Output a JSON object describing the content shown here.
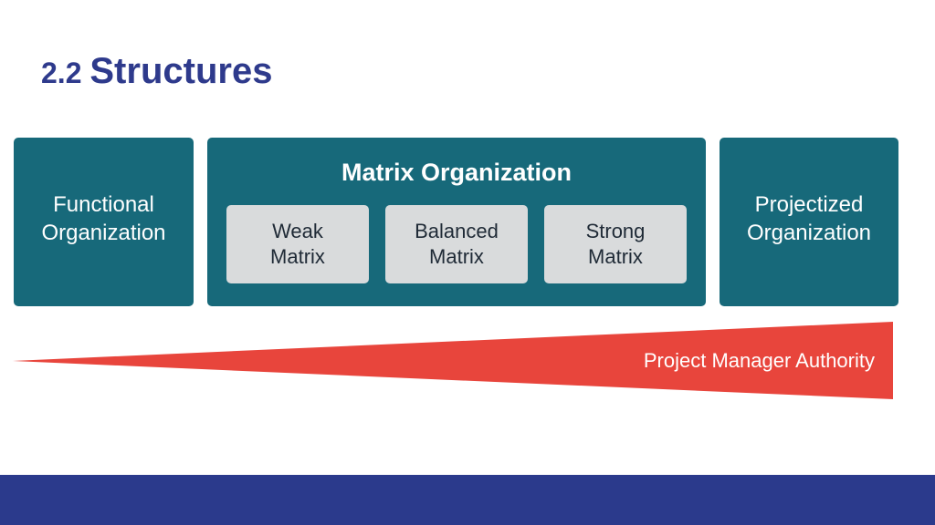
{
  "title": {
    "number": "2.2",
    "text": "Structures"
  },
  "functional": {
    "label": "Functional\nOrganization"
  },
  "matrix": {
    "title": "Matrix Organization",
    "items": [
      {
        "label": "Weak\nMatrix"
      },
      {
        "label": "Balanced\nMatrix"
      },
      {
        "label": "Strong\nMatrix"
      }
    ]
  },
  "projectized": {
    "label": "Projectized\nOrganization"
  },
  "authority": {
    "label": "Project Manager Authority"
  },
  "colors": {
    "title": "#2e3a8c",
    "panel": "#17697a",
    "sub_box": "#d9dbdc",
    "wedge": "#e8453c",
    "footer": "#2b3a8c"
  }
}
